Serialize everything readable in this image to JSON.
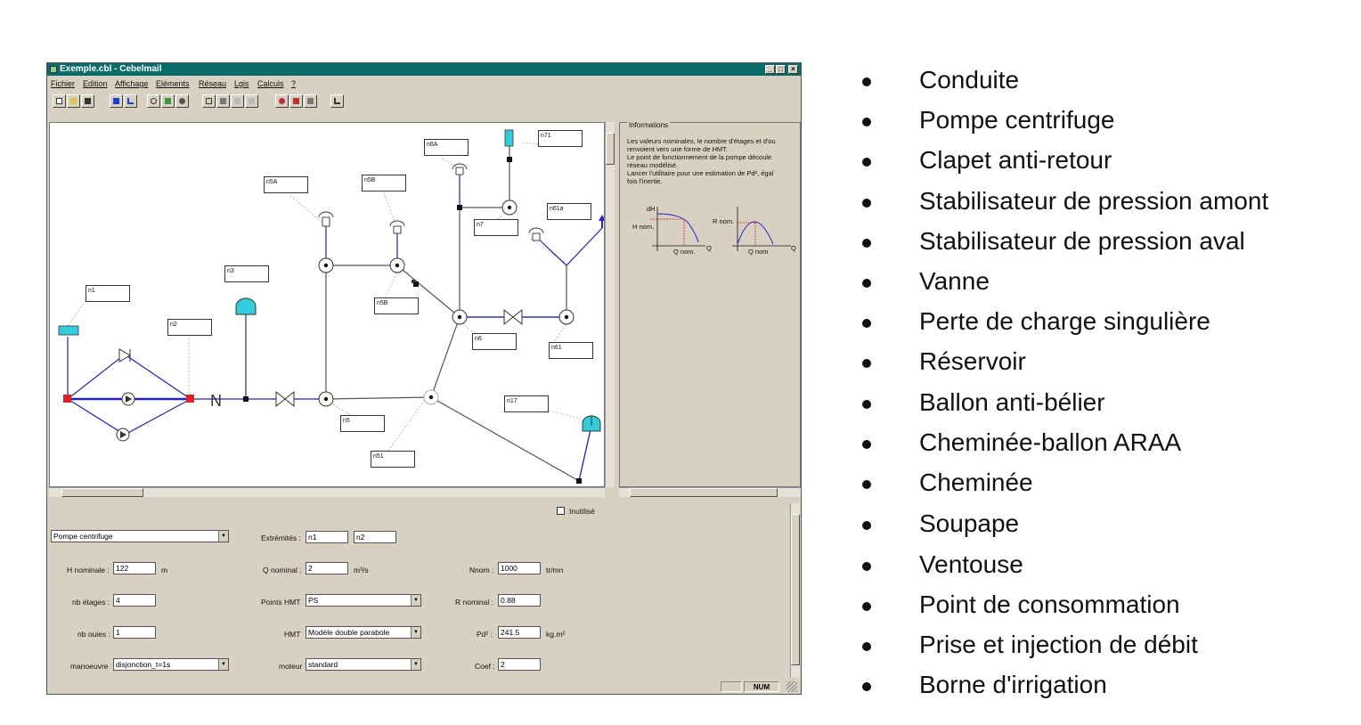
{
  "window": {
    "title": "Exemple.cbl - Cebelmail",
    "menu": [
      "Fichier",
      "Edition",
      "Affichage",
      "Eléments",
      "Réseau",
      "Lgis",
      "Calculs",
      "?"
    ]
  },
  "info": {
    "title": "Informations",
    "lines": [
      "Les valeurs nominales, le nombre d'étages et d'ou",
      "renvoient vers une forme de HMT.",
      "Le point de fonctionnement de la pompe découle",
      "réseau modélisé.",
      "Lancer l'utilitaire pour une estimation de Pd², égal",
      "fois l'inertie."
    ],
    "graph1": {
      "y_label": "dH",
      "y_tick": "H nom.",
      "x_tick": "Q nom.",
      "x_axis": "Q"
    },
    "graph2": {
      "y_tick": "R nom.",
      "x_tick": "Q nom",
      "x_axis": "Q"
    }
  },
  "nodes": [
    "n1",
    "n2",
    "n3",
    "n5",
    "n5A",
    "n5B",
    "n5B",
    "n51",
    "n6A",
    "n6",
    "n7",
    "n71",
    "n61a",
    "n61",
    "n17"
  ],
  "props": {
    "unused_label": "Inutilisé",
    "element_type": "Pompe centrifuge",
    "extremites_label": "Extrémités :",
    "extremite1": "n1",
    "extremite2": "n2",
    "h_nominale_label": "H nominale :",
    "h_nominale": "122",
    "h_unit": "m",
    "q_nominal_label": "Q nominal :",
    "q_nominal": "2",
    "q_unit": "m³/s",
    "nnom_label": "Nnom :",
    "nnom": "1000",
    "nnom_unit": "tr/mn",
    "nb_etages_label": "nb étages :",
    "nb_etages": "4",
    "points_hmt_label": "Points HMT",
    "points_hmt": "PS",
    "r_nominal_label": "R nominal :",
    "r_nominal": "0.88",
    "nb_ouies_label": "nb ouies :",
    "nb_ouies": "1",
    "hmt_label": "HMT",
    "hmt": "Modèle double parabole",
    "pd2_label": "Pd² :",
    "pd2": "241.5",
    "pd2_unit": "kg.m²",
    "manoeuvre_label": "manoeuvre",
    "manoeuvre": "disjonction_t=1s",
    "moteur_label": "moteur",
    "moteur": "standard",
    "coef_label": "Coef :",
    "coef": "2"
  },
  "status": {
    "num": "NUM"
  },
  "legend": [
    "Conduite",
    "Pompe centrifuge",
    "Clapet anti-retour",
    "Stabilisateur de pression amont",
    "Stabilisateur de pression aval",
    "Vanne",
    "Perte de charge singulière",
    "Réservoir",
    "Ballon anti-bélier",
    "Cheminée-ballon ARAA",
    "Cheminée",
    "Soupape",
    "Ventouse",
    "Point de consommation",
    "Prise et injection de débit",
    "Borne d'irrigation"
  ],
  "colors": {
    "titlebar": "#0a6b6b",
    "pipe_blue": "#2222cc",
    "pipe_gray": "#555555",
    "tank": "#33ccdd",
    "pump_node": "#dd2222"
  }
}
